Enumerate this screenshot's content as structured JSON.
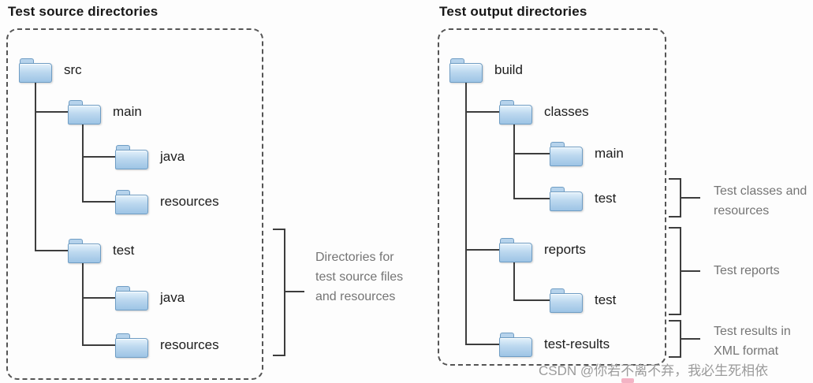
{
  "left": {
    "title": "Test source directories",
    "nodes": {
      "src": "src",
      "main": "main",
      "main_java": "java",
      "main_resources": "resources",
      "test": "test",
      "test_java": "java",
      "test_resources": "resources"
    },
    "annotation": "Directories for test source files and resources"
  },
  "right": {
    "title": "Test output directories",
    "nodes": {
      "build": "build",
      "classes": "classes",
      "classes_main": "main",
      "classes_test": "test",
      "reports": "reports",
      "reports_test": "test",
      "test_results": "test-results"
    },
    "annotations": {
      "classes": "Test classes and resources",
      "reports": "Test reports",
      "results": "Test results in XML format"
    }
  },
  "watermark": "CSDN @你若不离不弃，我必生死相依"
}
